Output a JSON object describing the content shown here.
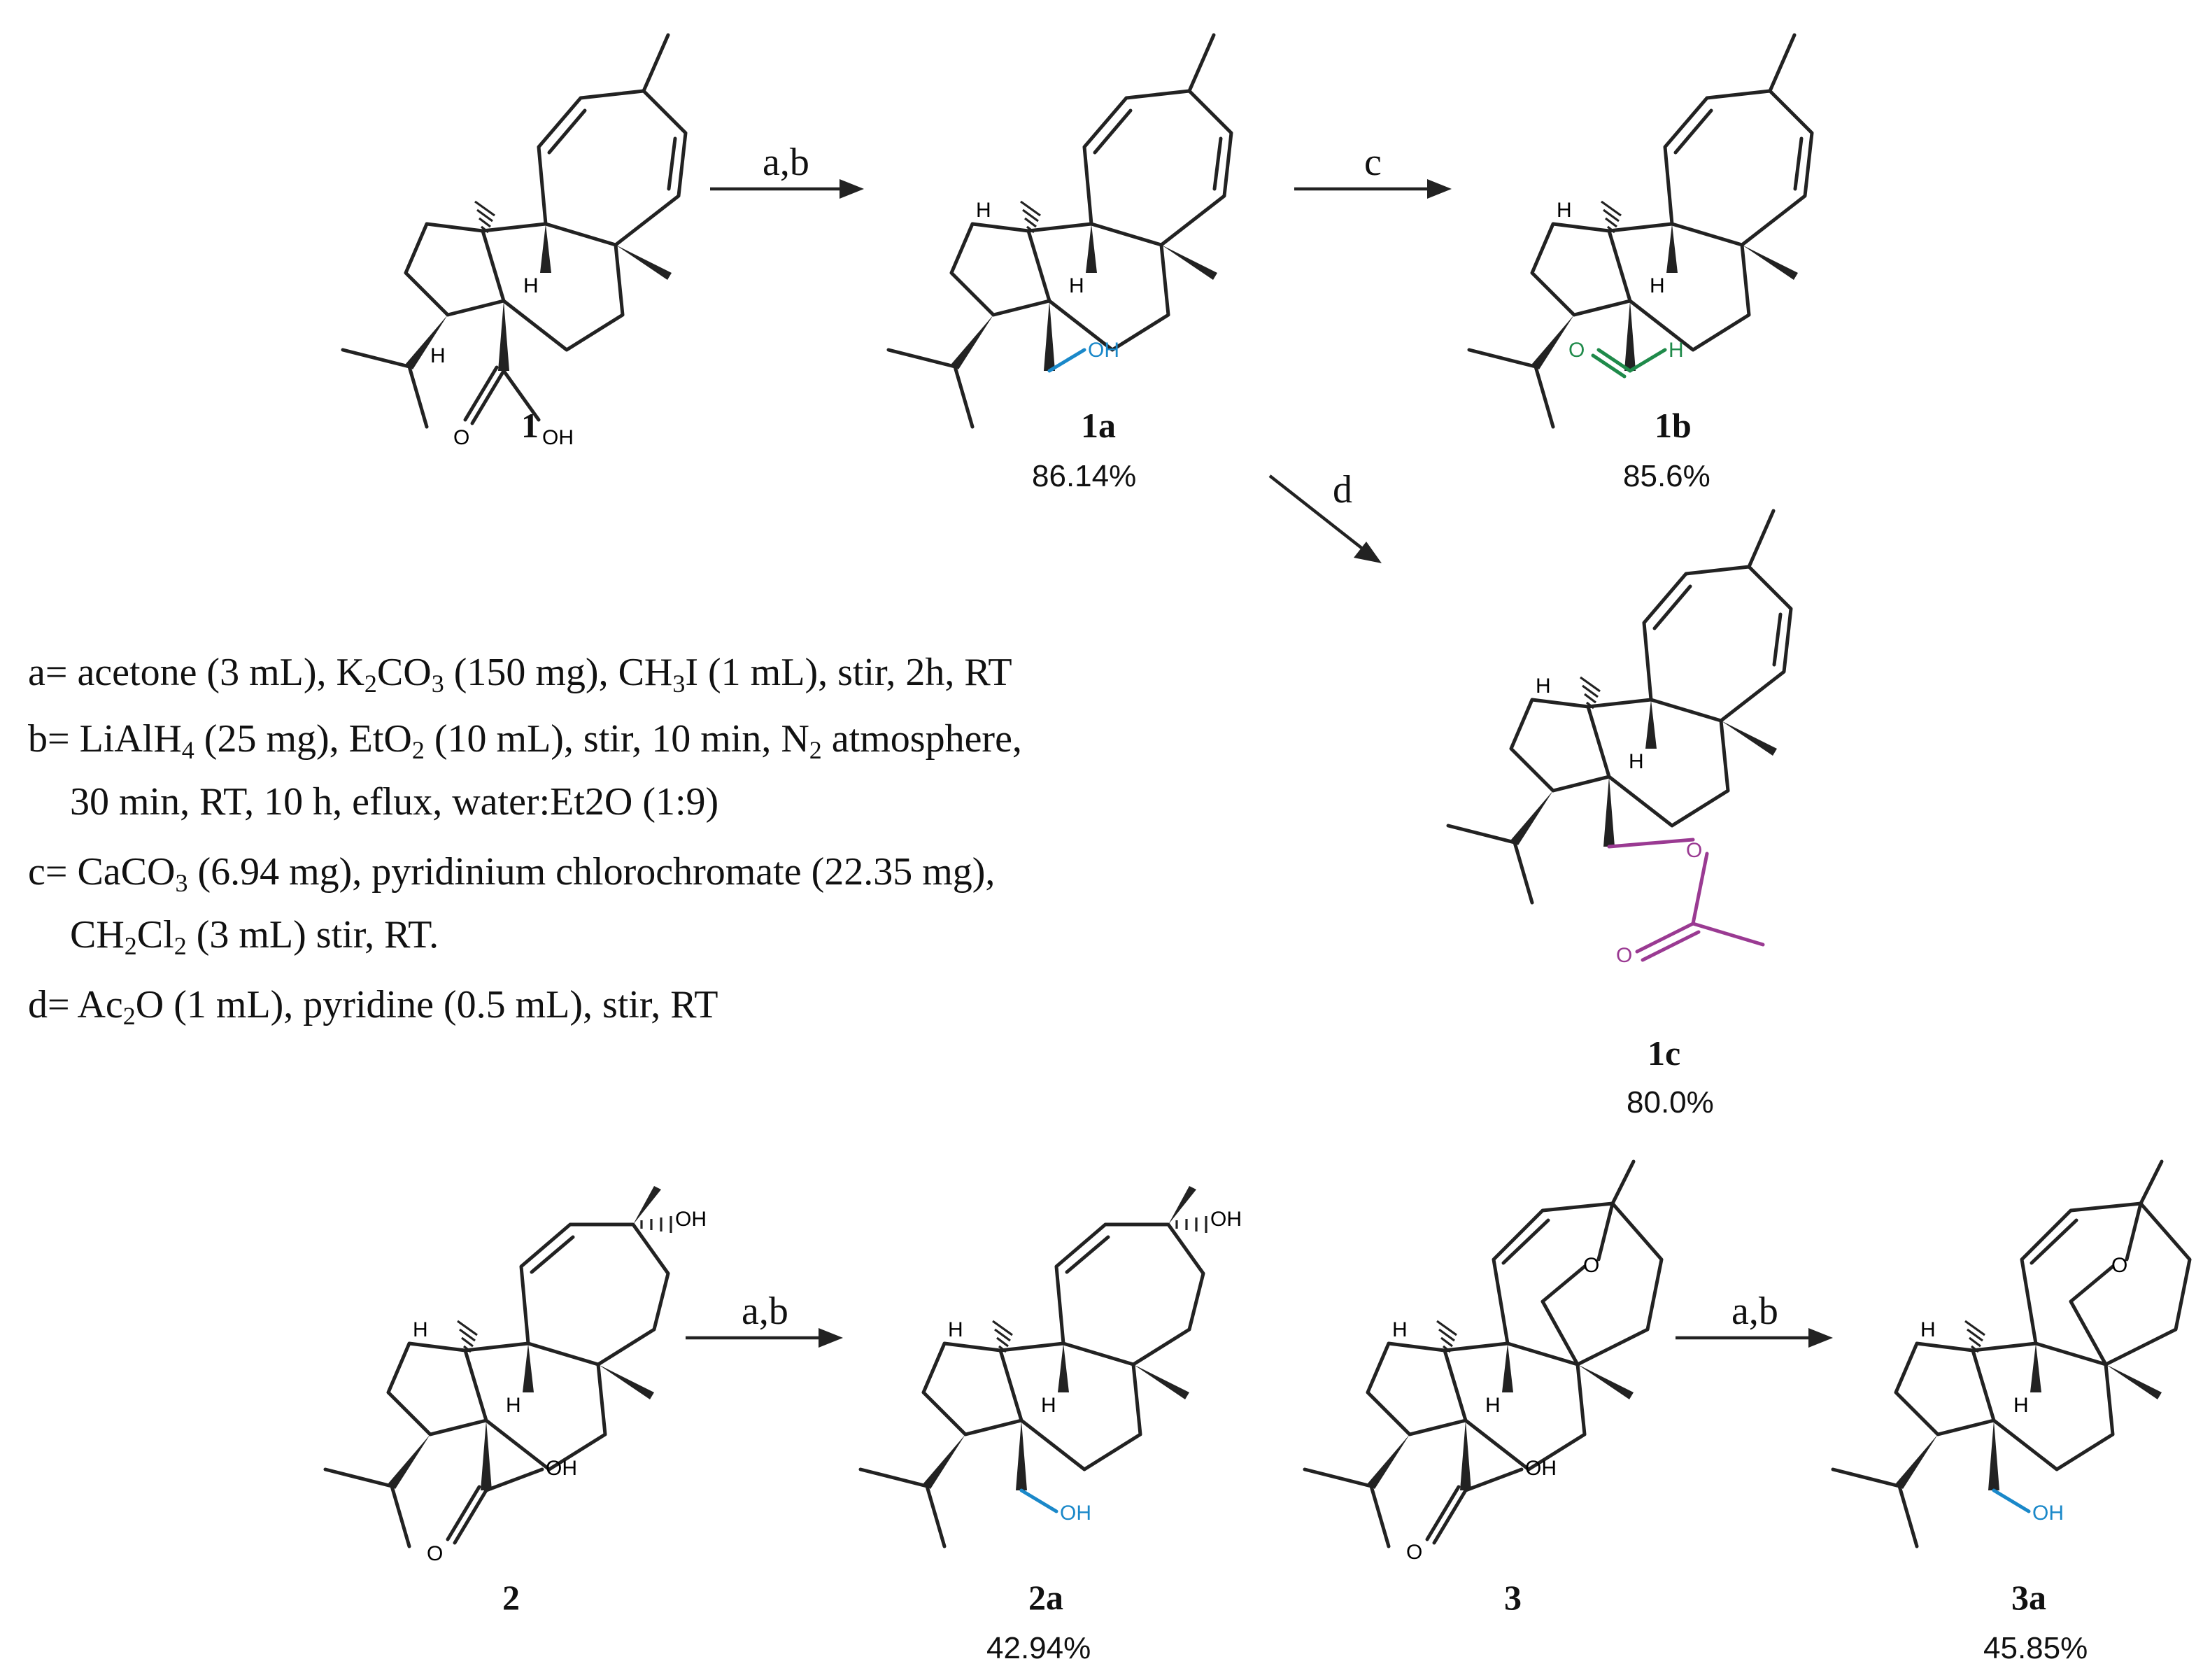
{
  "compounds": {
    "c1": {
      "label": "1",
      "yield": "",
      "group": [
        "O",
        "OH"
      ]
    },
    "c1a": {
      "label": "1a",
      "yield": "86.14%",
      "group": [
        "OH"
      ]
    },
    "c1b": {
      "label": "1b",
      "yield": "85.6%",
      "group": [
        "O",
        "H"
      ]
    },
    "c1c": {
      "label": "1c",
      "yield": "80.0%",
      "group": [
        "O",
        "O"
      ]
    },
    "c2": {
      "label": "2",
      "yield": "",
      "group": [
        "O",
        "OH"
      ],
      "ring_oh": "OH"
    },
    "c2a": {
      "label": "2a",
      "yield": "42.94%",
      "group": [
        "OH"
      ],
      "ring_oh": "OH"
    },
    "c3": {
      "label": "3",
      "yield": "",
      "group": [
        "O",
        "OH"
      ],
      "bridge_o": "O"
    },
    "c3a": {
      "label": "3a",
      "yield": "45.85%",
      "group": [
        "OH"
      ],
      "bridge_o": "O"
    }
  },
  "stereo_h": "H",
  "arrows": {
    "a1": "a,b",
    "a2": "c",
    "a3": "d",
    "a4": "a,b",
    "a5": "a,b"
  },
  "conditions": {
    "a": {
      "prefix": "a= acetone (3 mL), K",
      "s1": "2",
      "m1": "CO",
      "s2": "3",
      "m2": " (150 mg), CH",
      "s3": "3",
      "suffix": "I (1 mL), stir, 2h, RT"
    },
    "b": {
      "prefix": "b= LiAlH",
      "s1": "4",
      "m1": " (25 mg), EtO",
      "s2": "2",
      "m2": " (10 mL), stir, 10 min, N",
      "s3": "2",
      "suffix": " atmosphere,"
    },
    "b2": {
      "text": "30 min, RT, 10 h, eflux, water:Et2O (1:9)"
    },
    "c": {
      "prefix": "c= CaCO",
      "s1": "3",
      "suffix": " (6.94 mg), pyridinium chlorochromate (22.35 mg),"
    },
    "c2": {
      "prefix": "CH",
      "s1": "2",
      "m1": "Cl",
      "s2": "2",
      "suffix": " (3 mL) stir, RT."
    },
    "d": {
      "prefix": "d= Ac",
      "s1": "2",
      "suffix": "O (1 mL), pyridine (0.5 mL), stir, RT"
    }
  },
  "colors": {
    "hydroxyl": "#1a88c9",
    "aldehyde": "#1f8a4a",
    "acetate": "#9a3a92",
    "ink": "#222222"
  }
}
